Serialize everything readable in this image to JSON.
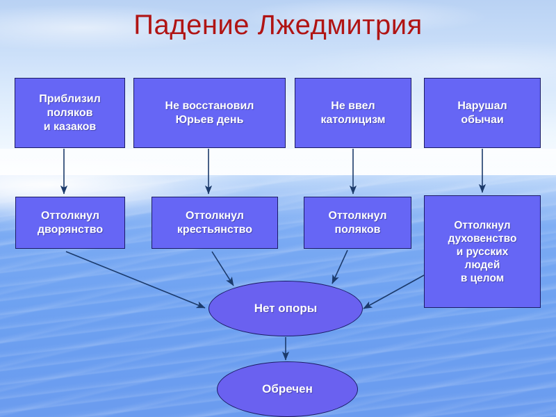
{
  "slide": {
    "title": "Падение Лжедмитрия",
    "title_color": "#b01414",
    "background": {
      "type": "photo-sky-over-water",
      "sky_color": "#cfe2fa",
      "water_color": "#6b9ef0"
    }
  },
  "diagram": {
    "type": "flowchart",
    "node_fill": "#6666F5",
    "node_border": "#1B1B64",
    "node_text_color": "#FFFFFF",
    "arrow_color": "#1B3A6B",
    "causes": [
      {
        "id": "n1",
        "label": "Приблизил\nполяков\nи казаков",
        "shape": "rectangle"
      },
      {
        "id": "n2",
        "label": "Не восстановил\nЮрьев день",
        "shape": "rectangle"
      },
      {
        "id": "n3",
        "label": "Не ввел\nкатолицизм",
        "shape": "rectangle"
      },
      {
        "id": "n4",
        "label": "Нарушал\nобычаи",
        "shape": "rectangle"
      }
    ],
    "effects": [
      {
        "id": "n5",
        "label": "Оттолкнул\nдворянство",
        "shape": "rectangle"
      },
      {
        "id": "n6",
        "label": "Оттолкнул\nкрестьянство",
        "shape": "rectangle"
      },
      {
        "id": "n7",
        "label": "Оттолкнул\nполяков",
        "shape": "rectangle"
      },
      {
        "id": "n8",
        "label": "Оттолкнул\nдуховенство\nи русских\nлюдей\nв целом",
        "shape": "rectangle"
      }
    ],
    "conclusions": [
      {
        "id": "n9",
        "label": "Нет опоры",
        "shape": "ellipse"
      },
      {
        "id": "n10",
        "label": "Обречен",
        "shape": "ellipse"
      }
    ],
    "edges": [
      {
        "from": "n1",
        "to": "n5"
      },
      {
        "from": "n2",
        "to": "n6"
      },
      {
        "from": "n3",
        "to": "n7"
      },
      {
        "from": "n4",
        "to": "n8"
      },
      {
        "from": "n5",
        "to": "n9"
      },
      {
        "from": "n6",
        "to": "n9"
      },
      {
        "from": "n7",
        "to": "n9"
      },
      {
        "from": "n8",
        "to": "n9"
      },
      {
        "from": "n9",
        "to": "n10"
      }
    ]
  }
}
